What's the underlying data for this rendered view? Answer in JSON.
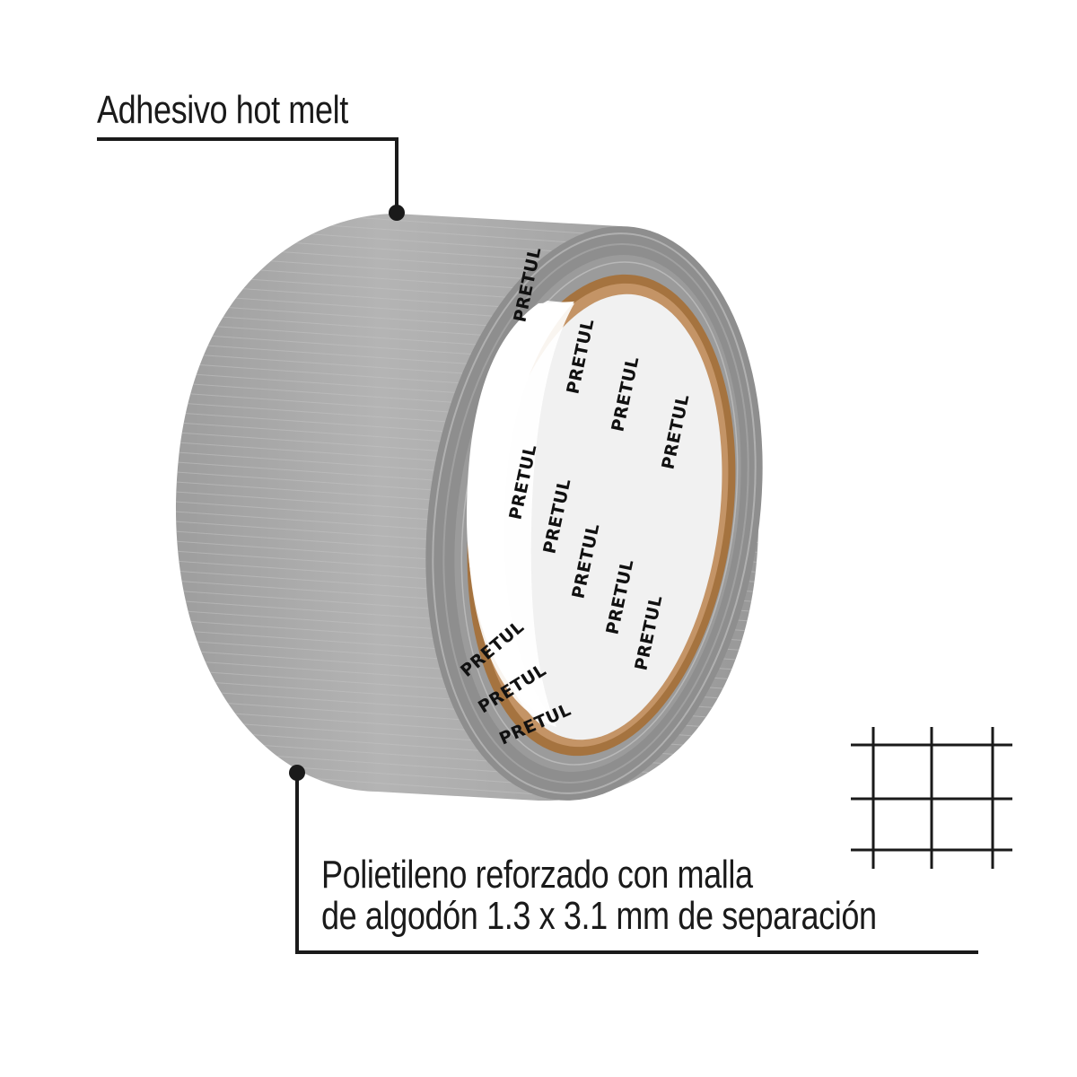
{
  "product": {
    "type": "duct tape roll",
    "liner_brand": "PRETUL",
    "colors": {
      "tape": "#a9a9a9",
      "tape_edge": "#8c8c8c",
      "core": "#a5733f",
      "liner": "#f2f2f2",
      "ink": "#1a1a1a",
      "background": "#ffffff"
    }
  },
  "callouts": {
    "top": {
      "label": "Adhesivo hot melt"
    },
    "bottom": {
      "line1": "Polietileno reforzado con malla",
      "line2": "de algodón 1.3 x 3.1 mm de separación"
    }
  },
  "mesh_icon": {
    "name": "mesh-grid-icon",
    "rows": 3,
    "cols": 3
  }
}
